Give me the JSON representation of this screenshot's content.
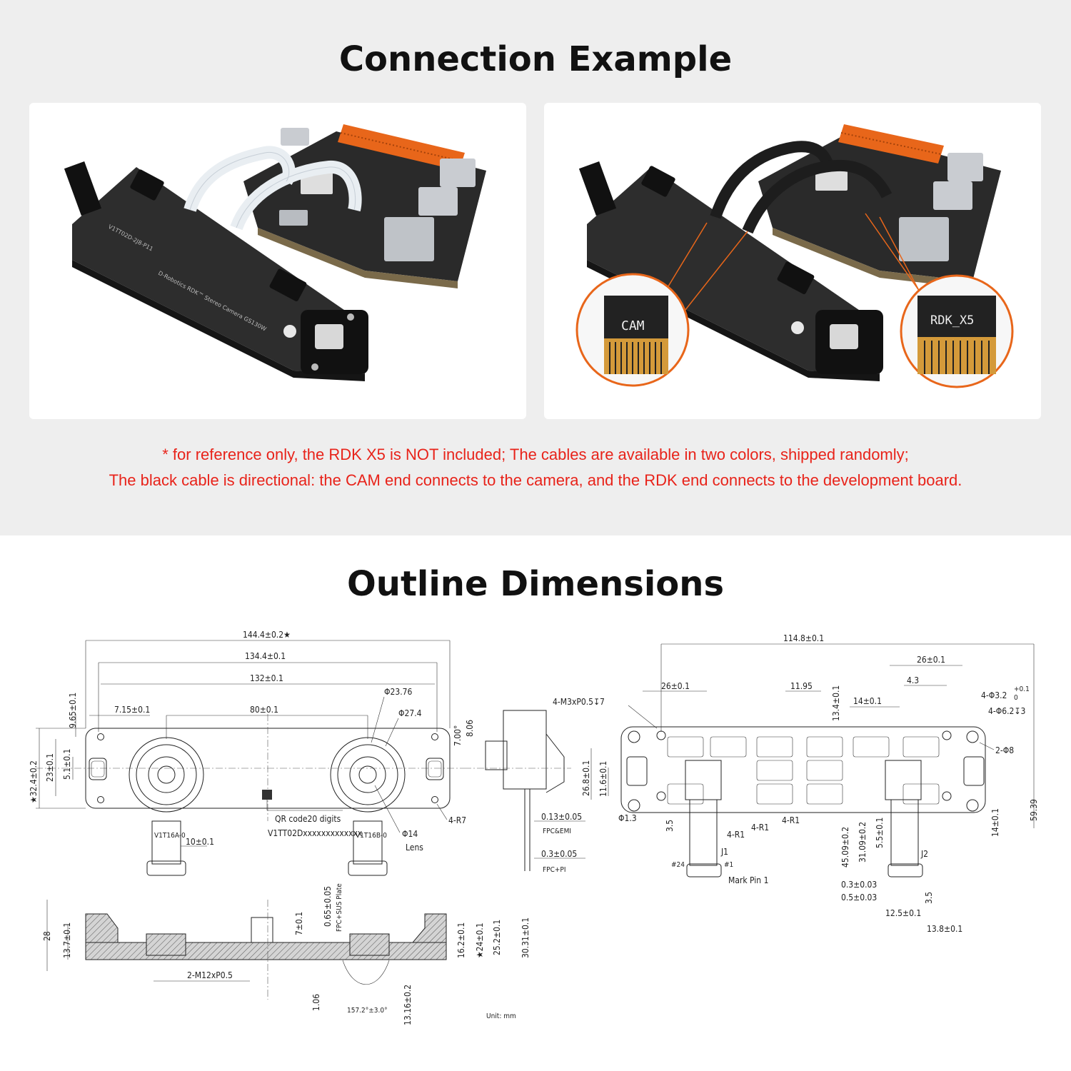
{
  "titles": {
    "connection": "Connection Example",
    "outline": "Outline Dimensions"
  },
  "photos": {
    "board_text": {
      "model": "V1TT02D-2J8-P11",
      "product": "D-Robotics RDK™ Stereo Camera GS130W",
      "brand": "D-Robotics"
    },
    "callouts": {
      "cam_label": "CAM",
      "rdk_label": "RDK_X5"
    },
    "colors": {
      "board": "#2b2b2b",
      "header_pins": "#e8661a",
      "callout_ring": "#e8661a",
      "flat_cable_white": "#e9eef2",
      "flat_cable_black": "#1d1d1d",
      "note_red": "#e8231a"
    }
  },
  "notes": {
    "line1": "* for reference only, the RDK X5 is NOT included; The cables are available in two colors, shipped randomly;",
    "line2": "The black cable is directional: the CAM end connects to the camera, and the RDK end connects to the development board."
  },
  "drawing_front": {
    "dim_overall": "144.4±0.2★",
    "dim_134": "134.4±0.1",
    "dim_132": "132±0.1",
    "dim_80": "80±0.1",
    "dim_7_15": "7.15±0.1",
    "dim_9_65": "9.65±0.1",
    "dim_32_4": "★32.4±0.2",
    "dim_23": "23±0.1",
    "dim_5_1": "5.1±0.1",
    "dia_23_76": "Φ23.76",
    "dia_27_4": "Φ27.4",
    "dia_14": "Φ14",
    "lens": "Lens",
    "qr_1": "QR code20 digits",
    "qr_2": "V1TT02Dxxxxxxxxxxxxx",
    "radius": "4-R7",
    "dim_10": "10±0.1",
    "fpc_left": "V1T16A-0",
    "fpc_right": "V1T16B-0"
  },
  "drawing_side": {
    "angle": "7.00°",
    "dim_8_06": "8.06",
    "dim_0_13": "0.13±0.05",
    "fpc_emi": "FPC&EMI",
    "dim_0_3": "0.3±0.05",
    "fpc_pi": "FPC+PI"
  },
  "drawing_section": {
    "dim_28": "28",
    "dim_13_7": "13.7±0.1",
    "dim_7": "7±0.1",
    "dim_0_65": "0.65±0.05",
    "sus_plate": "FPC+SUS Plate",
    "dim_24": "★24±0.1",
    "dim_16_2": "16.2±0.1",
    "dim_25_2": "25.2±0.1",
    "dim_30_31": "30.31±0.1",
    "thread": "2-M12xP0.5",
    "dim_1_06": "1.06",
    "angle_157": "157.2°±3.0°",
    "dim_13_16": "13.16±0.2"
  },
  "drawing_back": {
    "dim_114_8": "114.8±0.1",
    "dim_26_right": "26±0.1",
    "dim_4_3": "4.3",
    "dim_11_95": "11.95",
    "dim_13_4": "13.4±0.1",
    "dim_26_left": "26±0.1",
    "dim_14_top": "14±0.1",
    "thread_m3": "4-M3xP0.5↧7",
    "hole_3_2": "4-Φ3.2",
    "hole_3_2_tol_up": "+0.1",
    "hole_3_2_tol_lo": "0",
    "hole_6_2": "4-Φ6.2↧3",
    "hole_8": "2-Φ8",
    "dim_26_8": "26.8±0.1",
    "dim_11_6": "11.6±0.1",
    "dia_1_3": "Φ1.3",
    "dim_3_5_left": "3.5",
    "r1_a": "4-R1",
    "r1_b": "4-R1",
    "r1_c": "4-R1",
    "dim_45_09": "45.09±0.2",
    "dim_31_09": "31.09±0.2",
    "dim_5_5": "5.5±0.1",
    "dim_14_right": "14±0.1",
    "dim_59_39": "59.39",
    "j1": "J1",
    "pin24": "#24",
    "pin1": "#1",
    "mark_pin": "Mark Pin 1",
    "j2": "J2",
    "dim_0_3": "0.3±0.03",
    "dim_0_5": "0.5±0.03",
    "dim_3_5_right": "3.5",
    "dim_12_5": "12.5±0.1",
    "dim_13_8": "13.8±0.1"
  },
  "unit": "Unit: mm"
}
